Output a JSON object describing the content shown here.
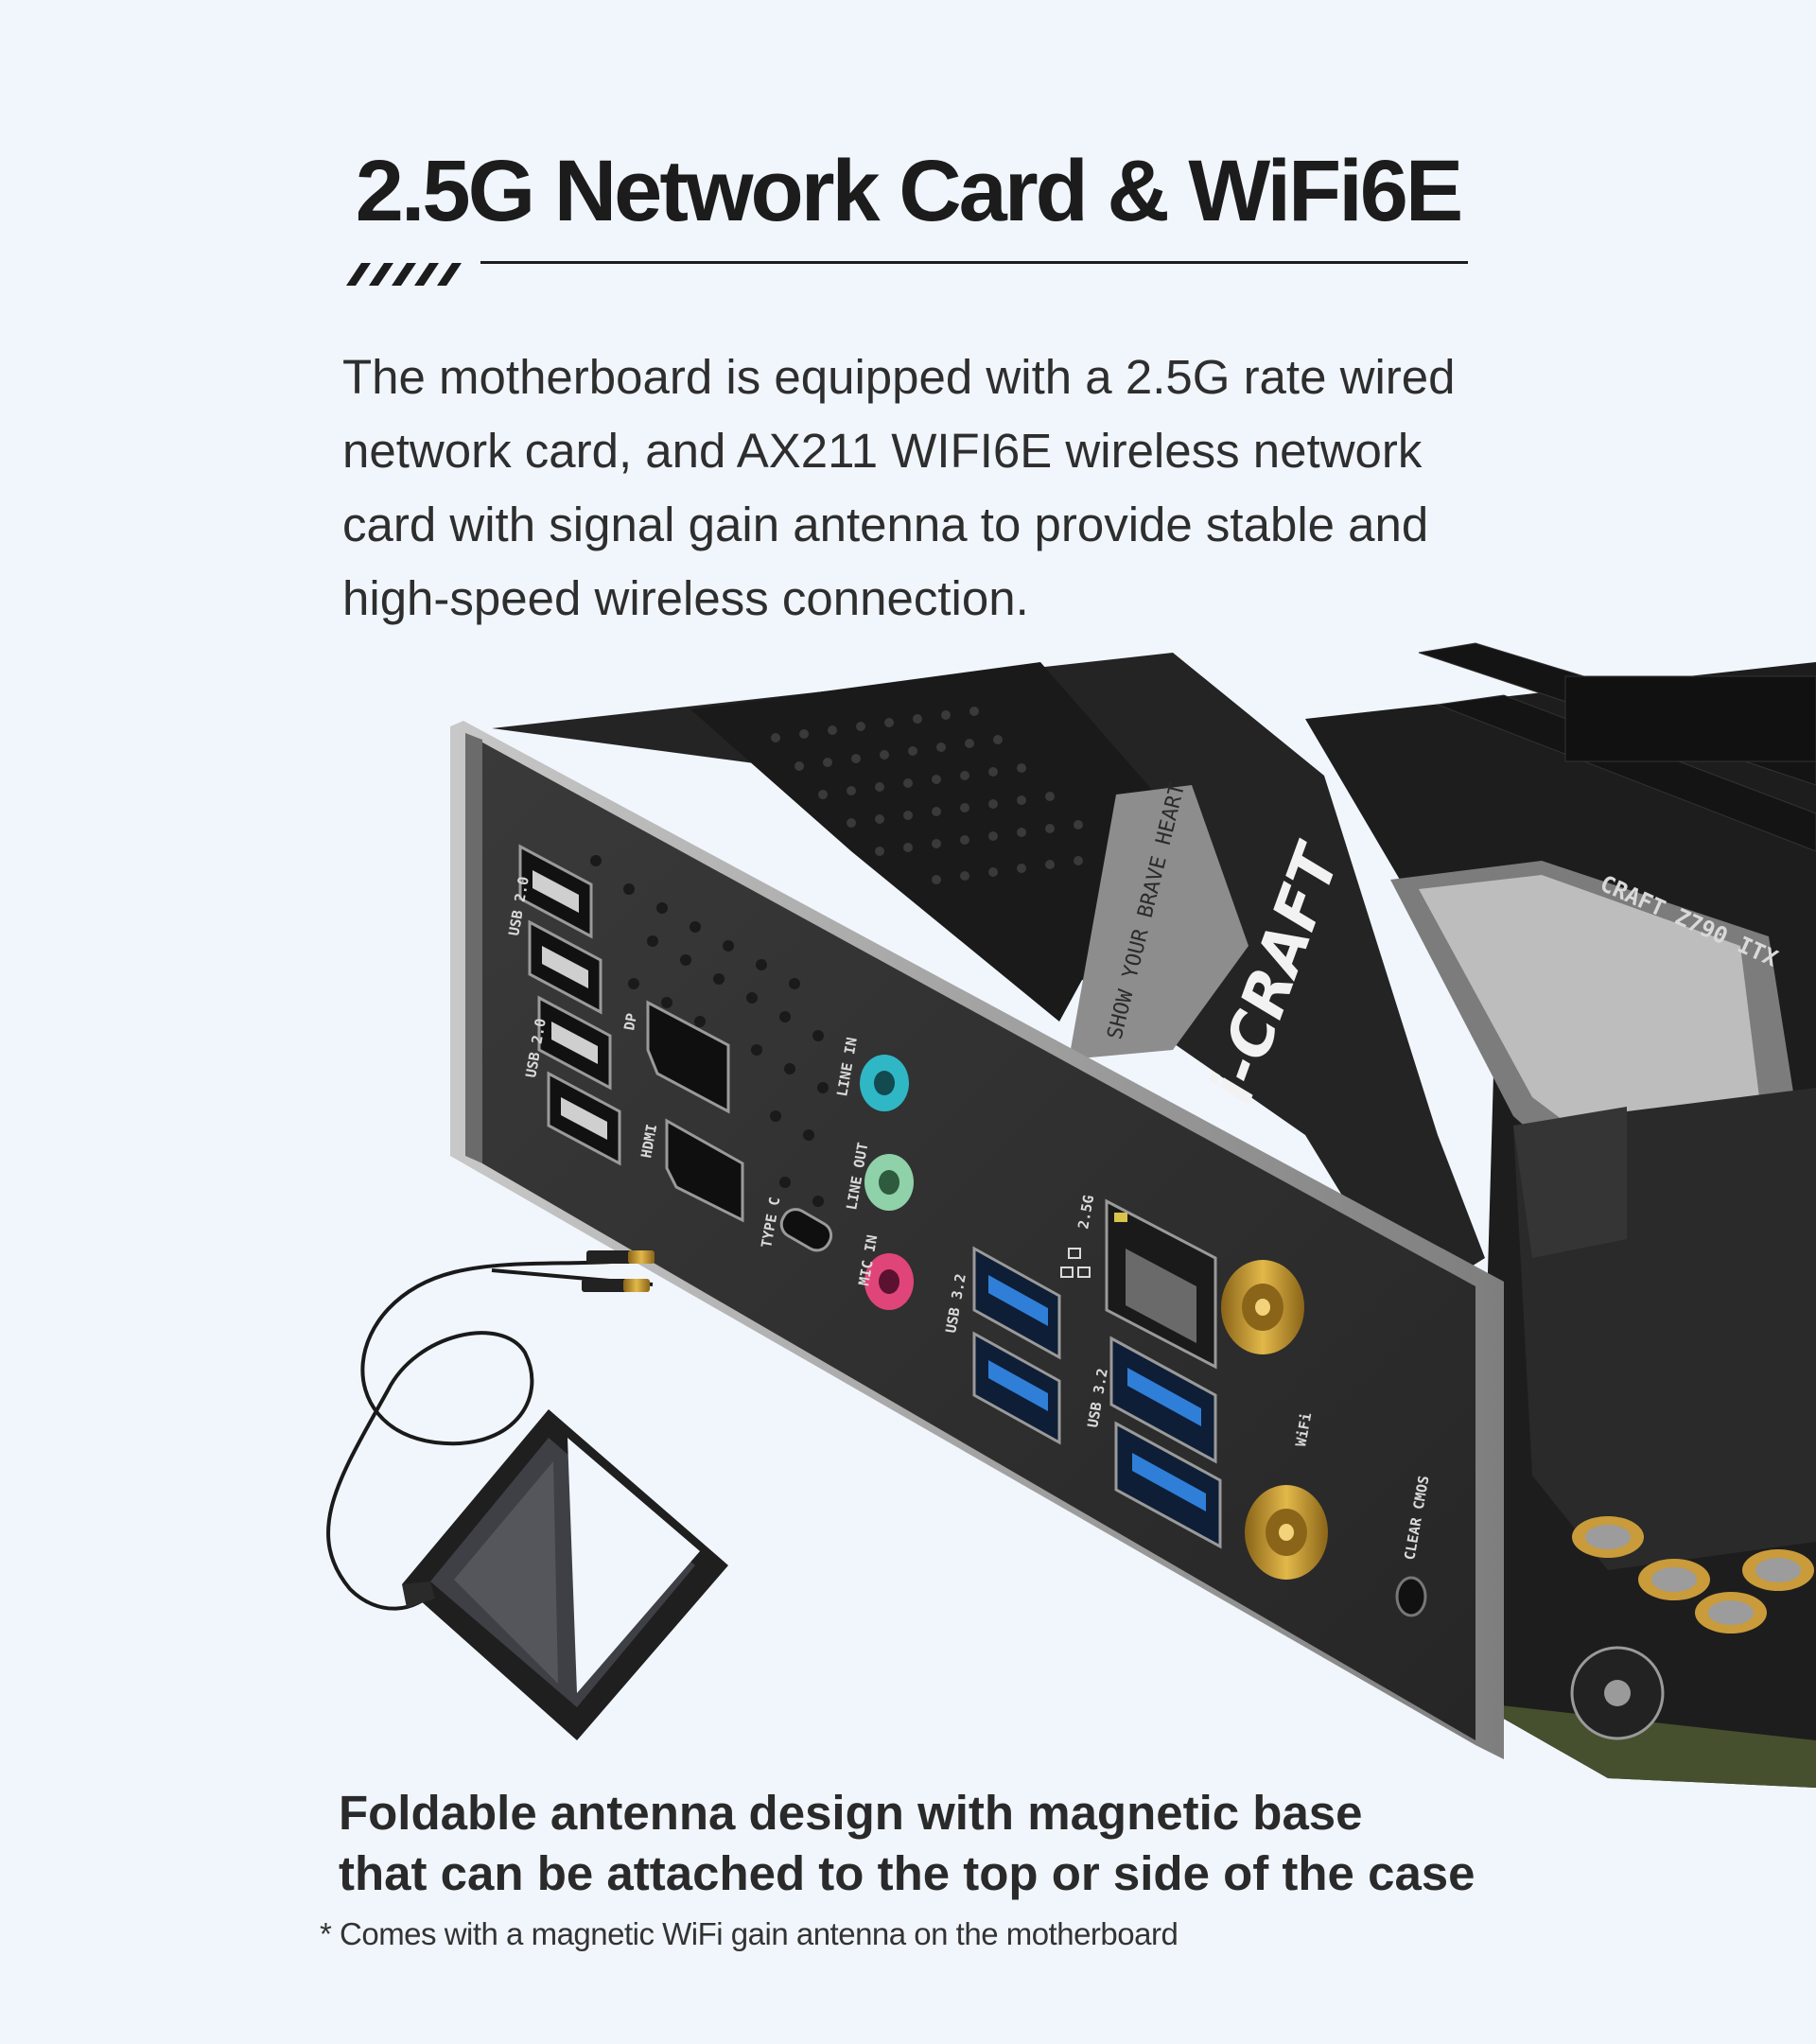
{
  "header": {
    "title": "2.5G Network Card & WiFi6E"
  },
  "intro": {
    "text": "The motherboard is equipped with a 2.5G rate wired network card, and AX211 WIFI6E wireless network card with signal gain antenna to provide stable and high-speed wireless connection."
  },
  "io_panel": {
    "labels": {
      "usb2_top": "USB 2.0",
      "usb2_bottom": "USB 2.0",
      "dp": "DP",
      "hdmi": "HDMI",
      "type_c": "TYPE C",
      "line_in": "LINE IN",
      "line_out": "LINE OUT",
      "mic_in": "MIC IN",
      "usb32_a": "USB 3.2",
      "usb32_b": "USB 3.2",
      "lan": "2.5G",
      "wifi": "WiFi",
      "clear_cmos": "CLEAR CMOS"
    },
    "shroud_slogan": "SHOW YOUR BRAVE HEART",
    "brand_logo": "i-CRAFT",
    "board_model": "CRAFT Z790 ITX",
    "colors": {
      "line_in": "#2fb7c6",
      "line_out": "#8fd1a8",
      "mic_in": "#e0457a",
      "usb3": "#2f7fd8",
      "antenna_gold": "#c79a2a"
    }
  },
  "caption": {
    "line1": "Foldable antenna design with magnetic base",
    "line2": "that can be attached to the top or side of the case"
  },
  "footnote": {
    "text": "* Comes with a magnetic WiFi gain antenna on the motherboard"
  }
}
